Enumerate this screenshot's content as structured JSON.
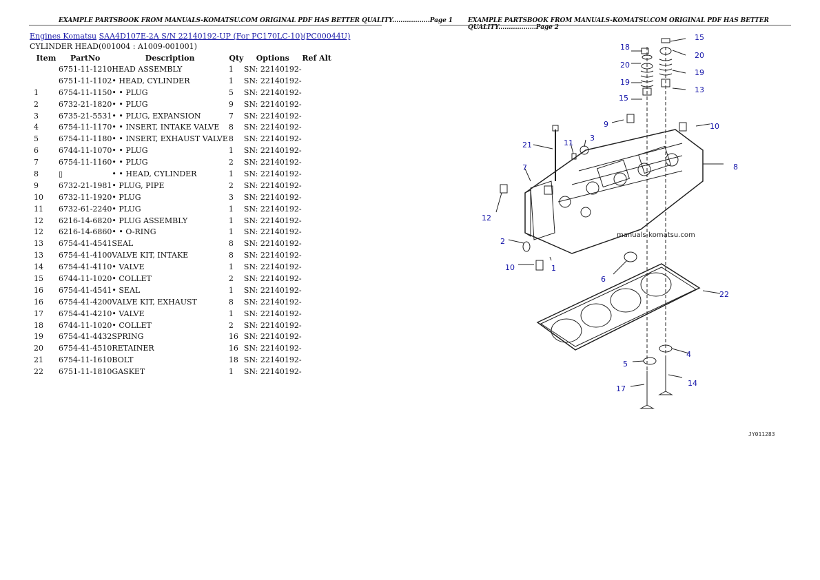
{
  "page1": {
    "header": "EXAMPLE PARTSBOOK FROM MANUALS-KOMATSU.COM ORIGINAL PDF HAS BETTER QUALITY..................Page 1"
  },
  "page2": {
    "header": "EXAMPLE PARTSBOOK FROM MANUALS-KOMATSU.COM ORIGINAL PDF HAS BETTER QUALITY..................Page 2"
  },
  "breadcrumb": {
    "link1": "Engines Komatsu",
    "link2": "SAA4D107E-2A S/N 22140192-UP (For PC170LC-10)(PC00044U)"
  },
  "subtitle": "CYLINDER HEAD(001004 : A1009-001001)",
  "columns": {
    "item": "Item",
    "partno": "PartNo",
    "desc": "Description",
    "qty": "Qty",
    "options": "Options",
    "ref": "Ref Alt"
  },
  "rows": [
    {
      "item": "",
      "pn": "6751-11-1210",
      "desc": "HEAD ASSEMBLY",
      "qty": "1",
      "opt": "SN: 22140192-"
    },
    {
      "item": "",
      "pn": "6751-11-1102",
      "desc": "• HEAD, CYLINDER",
      "qty": "1",
      "opt": "SN: 22140192-"
    },
    {
      "item": "1",
      "pn": "6754-11-1150",
      "desc": "• • PLUG",
      "qty": "5",
      "opt": "SN: 22140192-"
    },
    {
      "item": "2",
      "pn": "6732-21-1820",
      "desc": "• • PLUG",
      "qty": "9",
      "opt": "SN: 22140192-"
    },
    {
      "item": "3",
      "pn": "6735-21-5531",
      "desc": "• • PLUG, EXPANSION",
      "qty": "7",
      "opt": "SN: 22140192-"
    },
    {
      "item": "4",
      "pn": "6754-11-1170",
      "desc": "• • INSERT, INTAKE VALVE",
      "qty": "8",
      "opt": "SN: 22140192-"
    },
    {
      "item": "5",
      "pn": "6754-11-1180",
      "desc": "• • INSERT, EXHAUST VALVE",
      "qty": "8",
      "opt": "SN: 22140192-"
    },
    {
      "item": "6",
      "pn": "6744-11-1070",
      "desc": "• • PLUG",
      "qty": "1",
      "opt": "SN: 22140192-"
    },
    {
      "item": "7",
      "pn": "6754-11-1160",
      "desc": "• • PLUG",
      "qty": "2",
      "opt": "SN: 22140192-"
    },
    {
      "item": "8",
      "pn": "▯",
      "desc": "• • HEAD, CYLINDER",
      "qty": "1",
      "opt": "SN: 22140192-"
    },
    {
      "item": "9",
      "pn": "6732-21-1981",
      "desc": "• PLUG, PIPE",
      "qty": "2",
      "opt": "SN: 22140192-"
    },
    {
      "item": "10",
      "pn": "6732-11-1920",
      "desc": "• PLUG",
      "qty": "3",
      "opt": "SN: 22140192-"
    },
    {
      "item": "11",
      "pn": "6732-61-2240",
      "desc": "• PLUG",
      "qty": "1",
      "opt": "SN: 22140192-"
    },
    {
      "item": "12",
      "pn": "6216-14-6820",
      "desc": "• PLUG ASSEMBLY",
      "qty": "1",
      "opt": "SN: 22140192-"
    },
    {
      "item": "12",
      "pn": "6216-14-6860",
      "desc": "• • O-RING",
      "qty": "1",
      "opt": "SN: 22140192-"
    },
    {
      "item": "13",
      "pn": "6754-41-4541",
      "desc": "SEAL",
      "qty": "8",
      "opt": "SN: 22140192-"
    },
    {
      "item": "13",
      "pn": "6754-41-4100",
      "desc": "VALVE KIT, INTAKE",
      "qty": "8",
      "opt": "SN: 22140192-"
    },
    {
      "item": "14",
      "pn": "6754-41-4110",
      "desc": "• VALVE",
      "qty": "1",
      "opt": "SN: 22140192-"
    },
    {
      "item": "15",
      "pn": "6744-11-1020",
      "desc": "• COLLET",
      "qty": "2",
      "opt": "SN: 22140192-"
    },
    {
      "item": "16",
      "pn": "6754-41-4541",
      "desc": "• SEAL",
      "qty": "1",
      "opt": "SN: 22140192-"
    },
    {
      "item": "16",
      "pn": "6754-41-4200",
      "desc": "VALVE KIT, EXHAUST",
      "qty": "8",
      "opt": "SN: 22140192-"
    },
    {
      "item": "17",
      "pn": "6754-41-4210",
      "desc": "• VALVE",
      "qty": "1",
      "opt": "SN: 22140192-"
    },
    {
      "item": "18",
      "pn": "6744-11-1020",
      "desc": "• COLLET",
      "qty": "2",
      "opt": "SN: 22140192-"
    },
    {
      "item": "19",
      "pn": "6754-41-4432",
      "desc": "SPRING",
      "qty": "16",
      "opt": "SN: 22140192-"
    },
    {
      "item": "20",
      "pn": "6754-41-4510",
      "desc": "RETAINER",
      "qty": "16",
      "opt": "SN: 22140192-"
    },
    {
      "item": "21",
      "pn": "6754-11-1610",
      "desc": "BOLT",
      "qty": "18",
      "opt": "SN: 22140192-"
    },
    {
      "item": "22",
      "pn": "6751-11-1810",
      "desc": "GASKET",
      "qty": "1",
      "opt": "SN: 22140192-"
    }
  ],
  "diagram": {
    "watermark": "manuals-komatsu.com",
    "callouts": [
      "15",
      "18",
      "20",
      "20",
      "19",
      "19",
      "13",
      "15",
      "9",
      "10",
      "3",
      "11",
      "21",
      "7",
      "8",
      "12",
      "2",
      "10",
      "1",
      "6",
      "22",
      "4",
      "5",
      "14",
      "17"
    ],
    "figure_code": "JY011283"
  }
}
